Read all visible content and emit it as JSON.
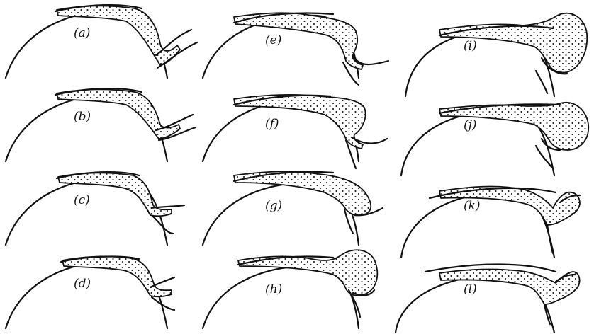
{
  "figure": {
    "colors": {
      "ink": "#111111",
      "paper": "#ffffff",
      "stipple": "#111111"
    },
    "panels": [
      {
        "label": "(a)",
        "stage": 0
      },
      {
        "label": "(b)",
        "stage": 1
      },
      {
        "label": "(c)",
        "stage": 2
      },
      {
        "label": "(d)",
        "stage": 3
      },
      {
        "label": "(e)",
        "stage": 4
      },
      {
        "label": "(f)",
        "stage": 5
      },
      {
        "label": "(g)",
        "stage": 6
      },
      {
        "label": "(h)",
        "stage": 7
      },
      {
        "label": "(i)",
        "stage": 8
      },
      {
        "label": "(j)",
        "stage": 9
      },
      {
        "label": "(k)",
        "stage": 10
      },
      {
        "label": "(l)",
        "stage": 11
      }
    ]
  }
}
